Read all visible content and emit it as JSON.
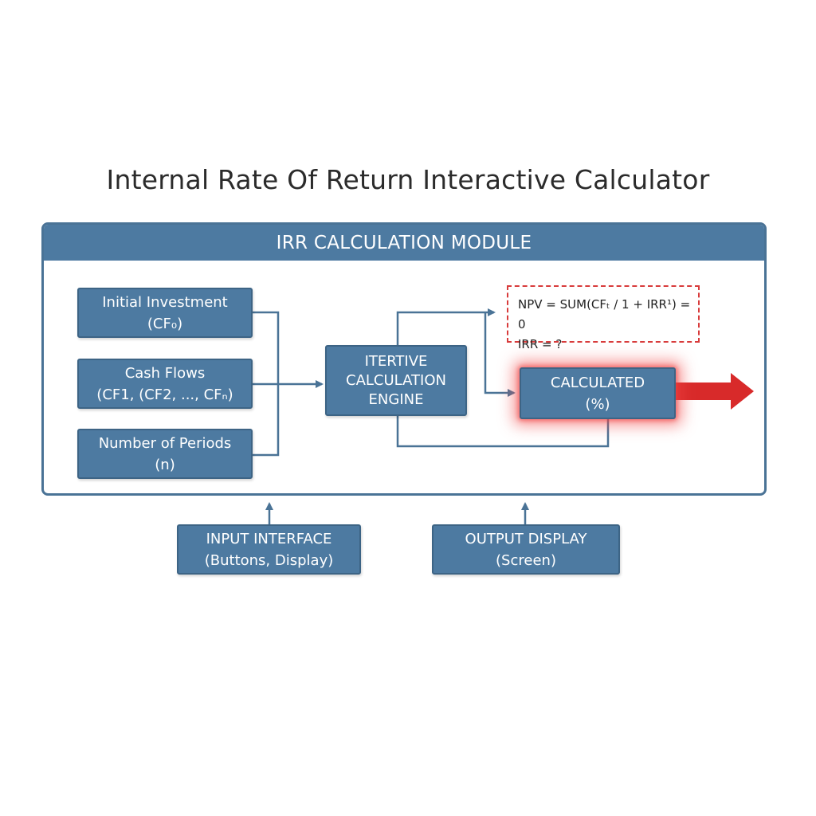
{
  "title": "Internal Rate Of Return Interactive Calculator",
  "module": {
    "header": "IRR CALCULATION MODULE"
  },
  "inputs": [
    {
      "line1": "Initial Investment",
      "line2": "(CF₀)"
    },
    {
      "line1": "Cash Flows",
      "line2": "(CF1, (CF2, ..., CFₙ)"
    },
    {
      "line1": "Number of Periods",
      "line2": "(n)"
    }
  ],
  "engine": {
    "line1": "ITERTIVE",
    "line2": "CALCULATION",
    "line3": "ENGINE"
  },
  "formula": {
    "line1": "NPV = SUM(CFₜ / 1 + IRR¹) = 0",
    "line2": "IRR = ?"
  },
  "result": {
    "line1": "CALCULATED",
    "line2": "(%)"
  },
  "input_interface": {
    "line1": "INPUT INTERFACE",
    "line2": "(Buttons, Display)"
  },
  "output_display": {
    "line1": "OUTPUT DISPLAY",
    "line2": "(Screen)"
  },
  "colors": {
    "box_fill": "#4d7aa1",
    "box_border": "#3d6485",
    "line": "#4a7396",
    "highlight": "#d82a2a"
  }
}
